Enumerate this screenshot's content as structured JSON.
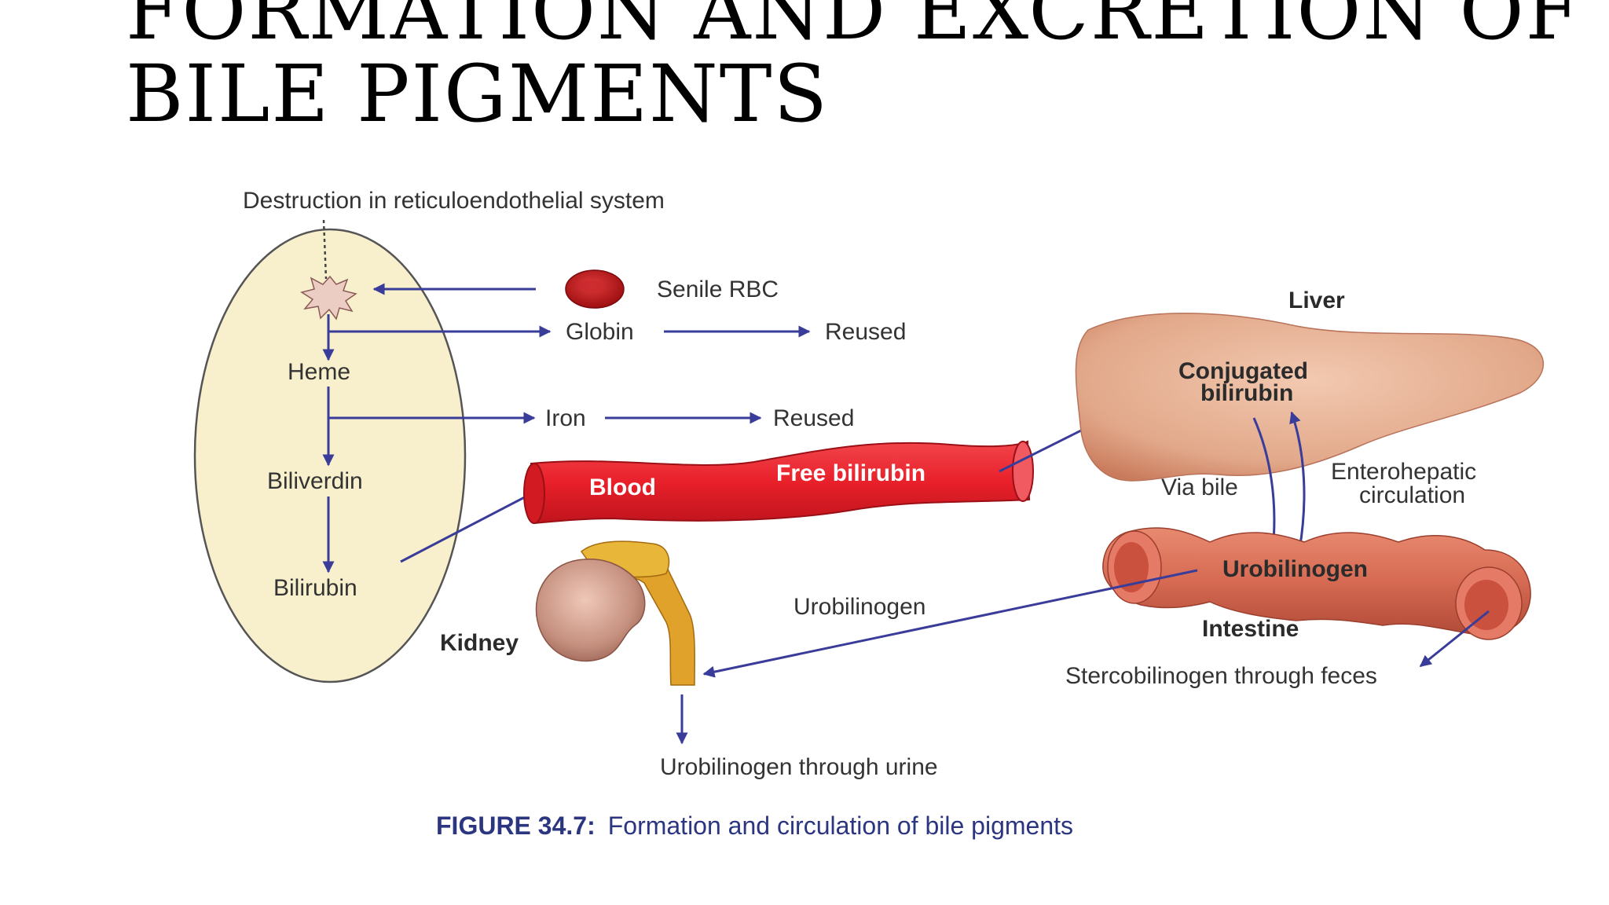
{
  "title": {
    "line1": "FORMATION AND EXCRETION OF",
    "line2": "BILE PIGMENTS"
  },
  "diagram": {
    "labels": {
      "destruction": "Destruction in reticuloendothelial system",
      "senile_rbc": "Senile RBC",
      "globin": "Globin",
      "reused_globin": "Reused",
      "heme": "Heme",
      "iron": "Iron",
      "reused_iron": "Reused",
      "biliverdin": "Biliverdin",
      "bilirubin": "Bilirubin",
      "blood": "Blood",
      "free_bilirubin": "Free bilirubin",
      "liver": "Liver",
      "conjugated_line1": "Conjugated",
      "conjugated_line2": "bilirubin",
      "via_bile": "Via bile",
      "enterohepatic_line1": "Enterohepatic",
      "enterohepatic_line2": "circulation",
      "urobilinogen_intestine": "Urobilinogen",
      "intestine": "Intestine",
      "stercobilinogen": "Stercobilinogen through feces",
      "kidney": "Kidney",
      "urobilinogen_to_kidney": "Urobilinogen",
      "urobilinogen_urine": "Urobilinogen through urine"
    },
    "caption": {
      "number": "FIGURE 34.7:",
      "text": "Formation and circulation of bile pigments"
    },
    "colors": {
      "arrow": "#3a3c9a",
      "re_system": "#f8f0cc",
      "blood": "#e8202a",
      "liver": "#e2a88a",
      "intestine": "#d66a52",
      "kidney": "#c58f7e",
      "ureter": "#e0a22a",
      "caption": "#2c3680"
    }
  }
}
